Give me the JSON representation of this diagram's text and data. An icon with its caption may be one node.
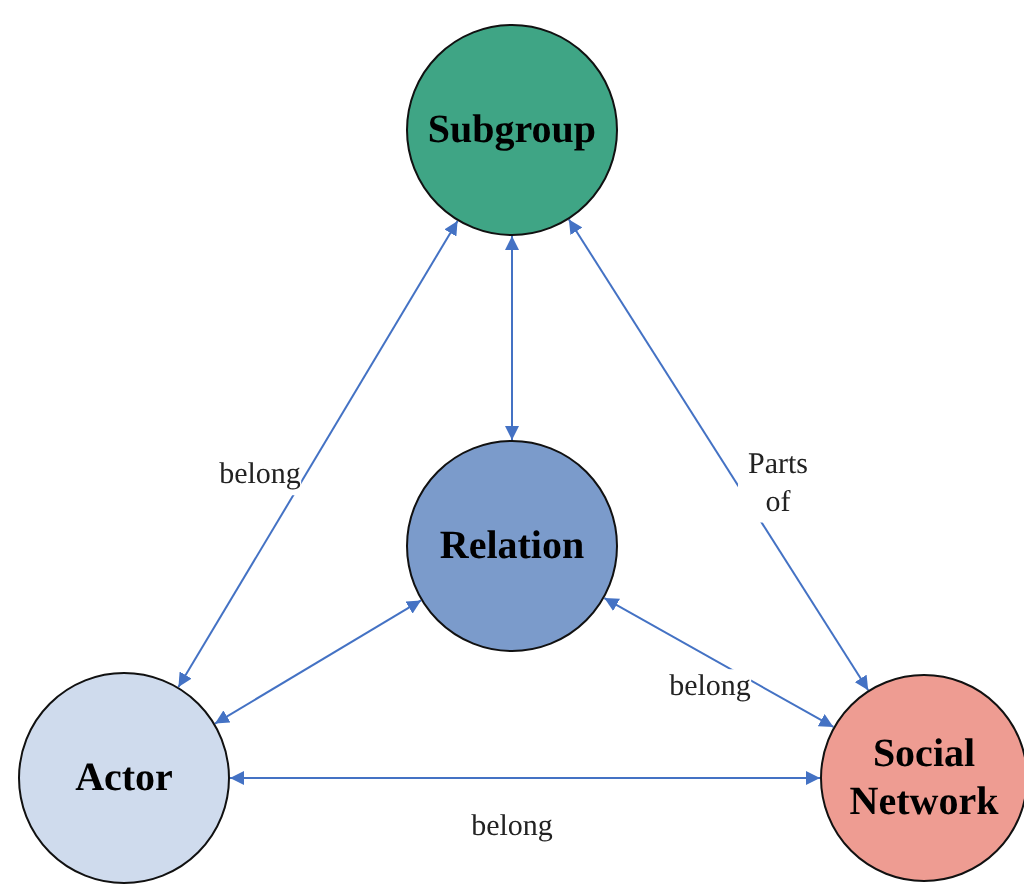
{
  "diagram": {
    "nodes": [
      {
        "text": [
          "Subgroup"
        ]
      },
      {
        "text": [
          "Relation"
        ]
      },
      {
        "text": [
          "Actor"
        ]
      },
      {
        "text": [
          "Social Network"
        ]
      }
    ],
    "edges": [
      {
        "from": 0,
        "to": 2,
        "arrow": "both",
        "label": "belong"
      },
      {
        "from": 0,
        "to": 1,
        "arrow": "both"
      },
      {
        "from": 0,
        "to": 3,
        "arrow": "both",
        "label": "Parts of"
      },
      {
        "from": 1,
        "to": 2,
        "arrow": "both"
      },
      {
        "from": 1,
        "to": 3,
        "arrow": "both",
        "label": "belong"
      },
      {
        "from": 2,
        "to": 3,
        "arrow": "both",
        "label": "belong"
      }
    ]
  }
}
